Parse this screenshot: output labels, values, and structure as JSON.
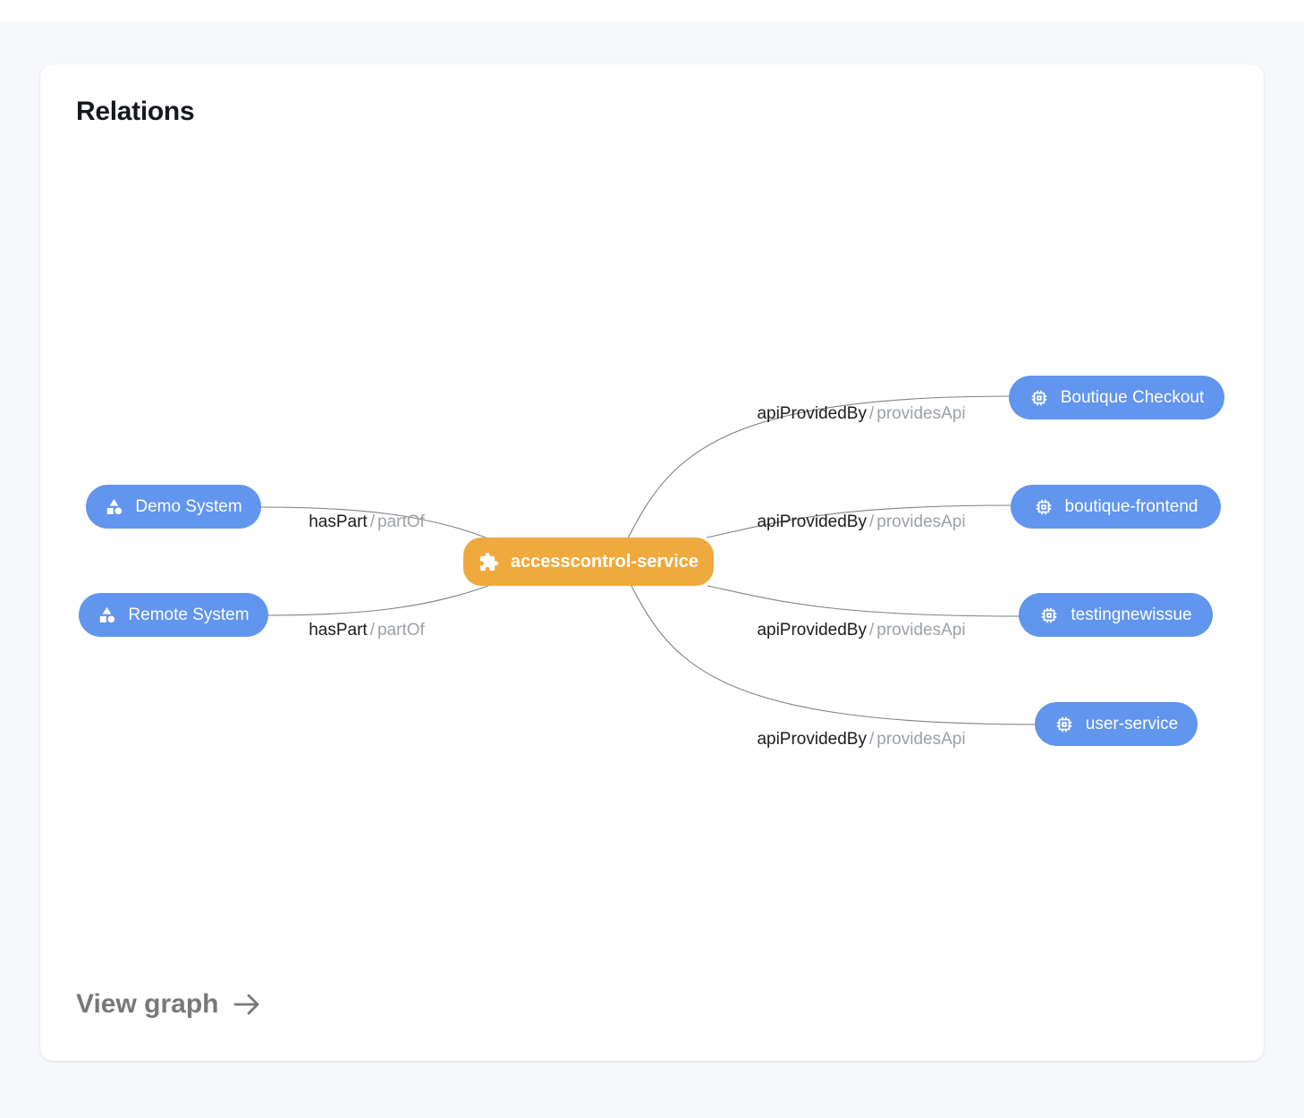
{
  "card": {
    "title": "Relations",
    "view_graph_label": "View graph"
  },
  "colors": {
    "page_background": "#F6F8FB",
    "card_background": "#FFFFFF",
    "node_blue": "#6195EE",
    "node_orange": "#F0A93D",
    "node_text": "#FFFFFF",
    "edge_line": "#7E8186",
    "edge_label_primary": "#1A1C1F",
    "edge_label_secondary": "#9CA1A8",
    "title_text": "#15181D",
    "view_graph_text": "#787878"
  },
  "graph": {
    "center_node": {
      "id": "accesscontrol-service",
      "label": "accesscontrol-service",
      "icon": "puzzle-icon",
      "color": "#F0A93D"
    },
    "nodes": [
      {
        "id": "demo-system",
        "label": "Demo System",
        "icon": "system-shapes-icon",
        "side": "left"
      },
      {
        "id": "remote-system",
        "label": "Remote System",
        "icon": "system-shapes-icon",
        "side": "left"
      },
      {
        "id": "boutique-checkout",
        "label": "Boutique Checkout",
        "icon": "chip-icon",
        "side": "right"
      },
      {
        "id": "boutique-frontend",
        "label": "boutique-frontend",
        "icon": "chip-icon",
        "side": "right"
      },
      {
        "id": "testingnewissue",
        "label": "testingnewissue",
        "icon": "chip-icon",
        "side": "right"
      },
      {
        "id": "user-service",
        "label": "user-service",
        "icon": "chip-icon",
        "side": "right"
      }
    ],
    "edges": [
      {
        "from": "accesscontrol-service",
        "to": "demo-system",
        "primary": "hasPart",
        "sep": "/",
        "secondary": "partOf"
      },
      {
        "from": "accesscontrol-service",
        "to": "remote-system",
        "primary": "hasPart",
        "sep": "/",
        "secondary": "partOf"
      },
      {
        "from": "accesscontrol-service",
        "to": "boutique-checkout",
        "primary": "apiProvidedBy",
        "sep": "/",
        "secondary": "providesApi"
      },
      {
        "from": "accesscontrol-service",
        "to": "boutique-frontend",
        "primary": "apiProvidedBy",
        "sep": "/",
        "secondary": "providesApi"
      },
      {
        "from": "accesscontrol-service",
        "to": "testingnewissue",
        "primary": "apiProvidedBy",
        "sep": "/",
        "secondary": "providesApi"
      },
      {
        "from": "accesscontrol-service",
        "to": "user-service",
        "primary": "apiProvidedBy",
        "sep": "/",
        "secondary": "providesApi"
      }
    ]
  }
}
